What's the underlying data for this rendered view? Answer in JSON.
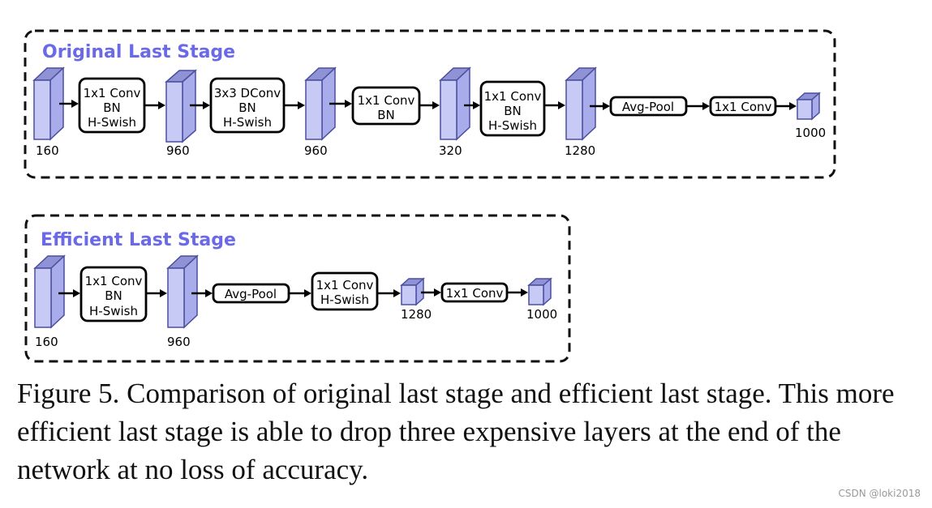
{
  "stages": [
    {
      "title": "Original Last Stage",
      "tensors": [
        {
          "label": "160",
          "size": "large"
        },
        {
          "label": "960",
          "size": "large"
        },
        {
          "label": "960",
          "size": "large"
        },
        {
          "label": "320",
          "size": "large"
        },
        {
          "label": "1280",
          "size": "large"
        },
        {
          "label": "1000",
          "size": "small"
        }
      ],
      "ops": [
        {
          "lines": [
            "1x1 Conv",
            "BN",
            "H-Swish"
          ]
        },
        {
          "lines": [
            "3x3 DConv",
            "BN",
            "H-Swish"
          ]
        },
        {
          "lines": [
            "1x1 Conv",
            "BN"
          ]
        },
        {
          "lines": [
            "1x1 Conv",
            "BN",
            "H-Swish"
          ]
        },
        {
          "lines": [
            "Avg-Pool"
          ]
        },
        {
          "lines": [
            "1x1 Conv"
          ]
        }
      ]
    },
    {
      "title": "Efficient Last Stage",
      "tensors": [
        {
          "label": "160",
          "size": "large"
        },
        {
          "label": "960",
          "size": "large"
        },
        {
          "label": "1280",
          "size": "small"
        },
        {
          "label": "1000",
          "size": "small"
        }
      ],
      "ops": [
        {
          "lines": [
            "1x1 Conv",
            "BN",
            "H-Swish"
          ]
        },
        {
          "lines": [
            "Avg-Pool"
          ]
        },
        {
          "lines": [
            "1x1 Conv",
            "H-Swish"
          ]
        },
        {
          "lines": [
            "1x1 Conv"
          ]
        }
      ]
    }
  ],
  "caption": "Figure 5. Comparison of original last stage and efficient last stage. This more efficient last stage is able to drop three expensive layers at the end of the network at no loss of accuracy.",
  "watermark": "CSDN @loki2018",
  "colors": {
    "title": "#6a6ae8",
    "tensor_front": "#c8caf6",
    "tensor_top": "#8f93d6",
    "tensor_side": "#a9acea"
  }
}
